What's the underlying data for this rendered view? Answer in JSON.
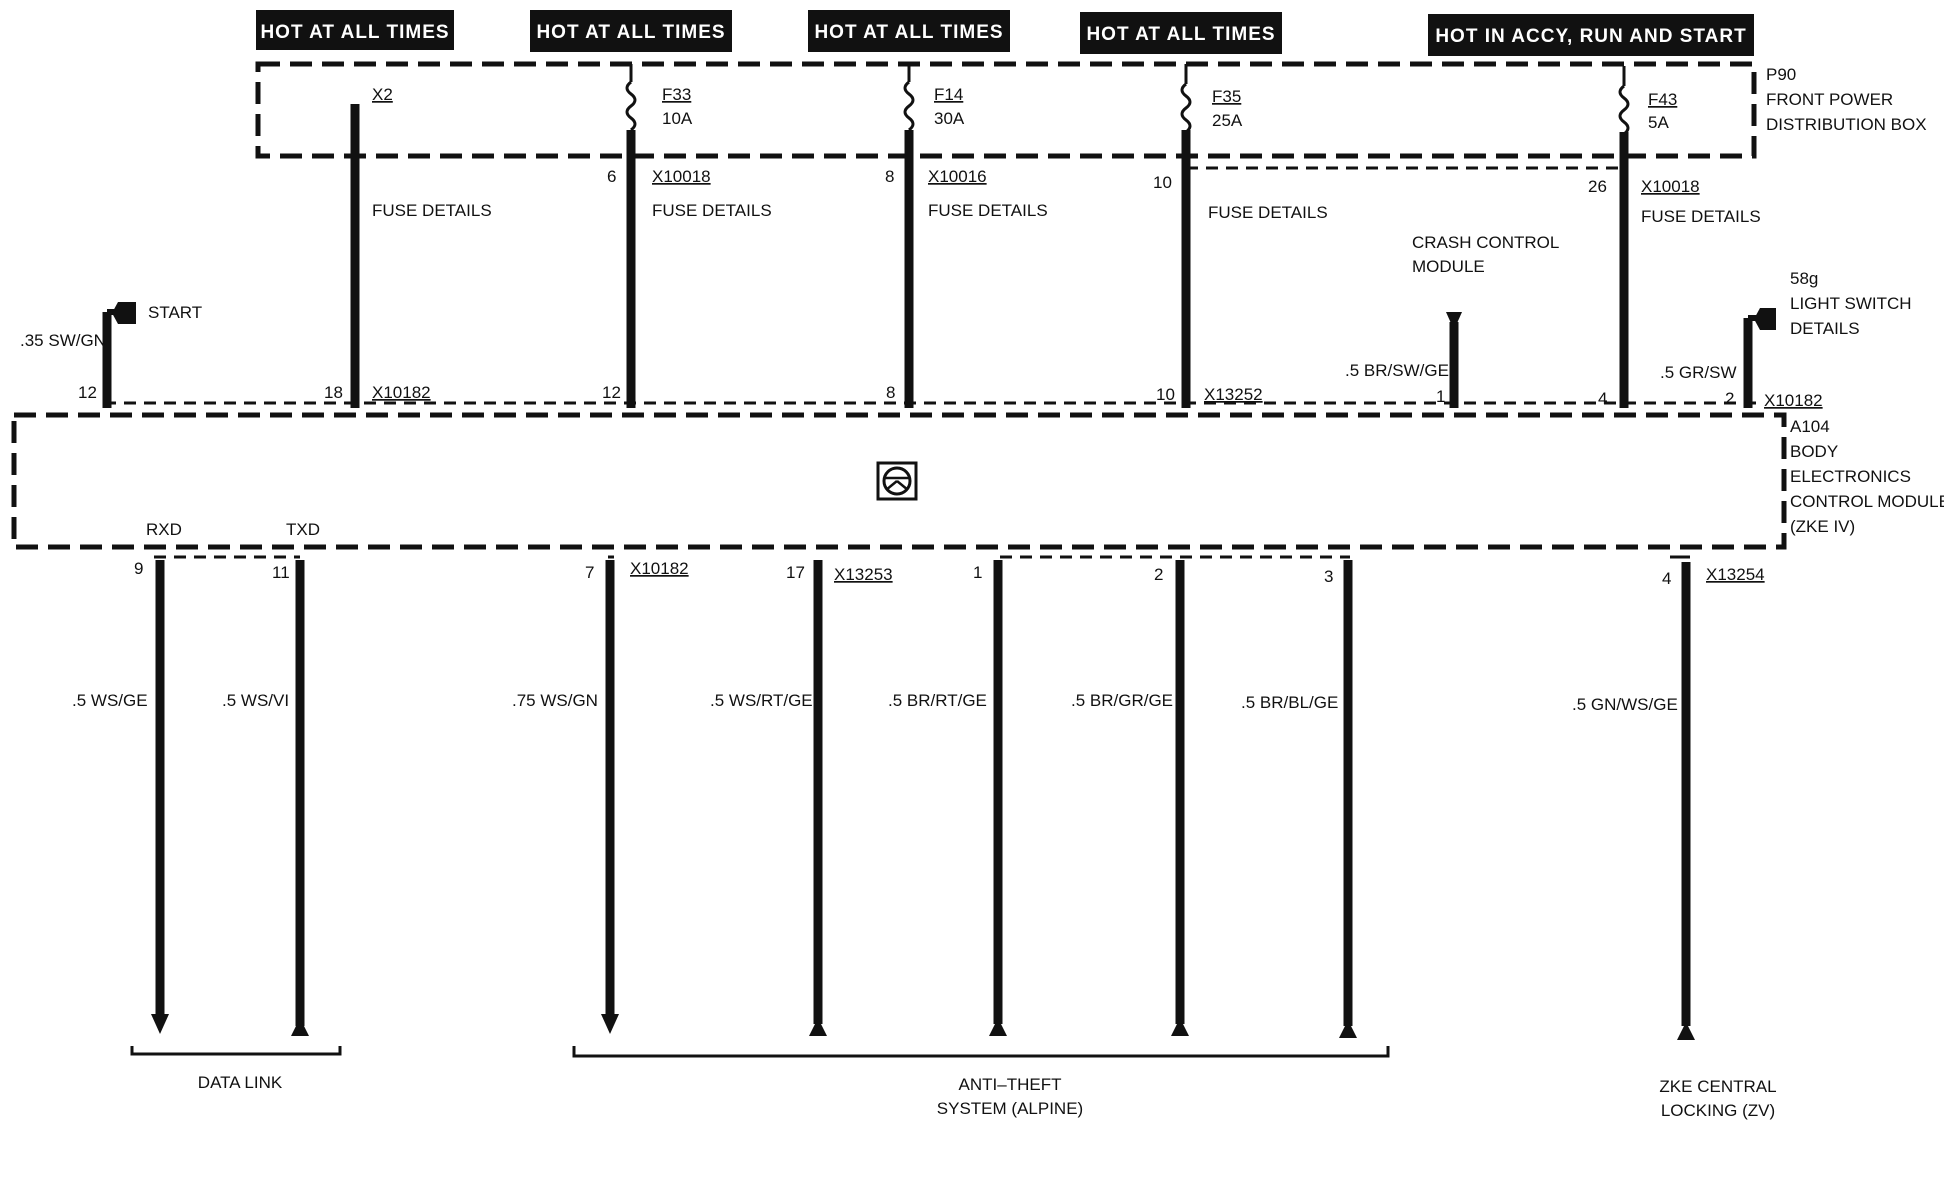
{
  "hot_labels": [
    "HOT AT ALL TIMES",
    "HOT AT ALL TIMES",
    "HOT AT ALL TIMES",
    "HOT AT ALL TIMES",
    "HOT IN ACCY, RUN AND  START"
  ],
  "p90": {
    "id": "P90",
    "line1": "FRONT POWER",
    "line2": "DISTRIBUTION BOX"
  },
  "fuses": [
    {
      "name": "X2",
      "rating": ""
    },
    {
      "name": "F33",
      "rating": "10A"
    },
    {
      "name": "F14",
      "rating": "30A"
    },
    {
      "name": "F35",
      "rating": "25A"
    },
    {
      "name": "F43",
      "rating": "5A"
    }
  ],
  "upper_connectors": [
    {
      "pin": "6",
      "conn": "X10018"
    },
    {
      "pin": "8",
      "conn": "X10016"
    },
    {
      "pin": "10",
      "conn": ""
    },
    {
      "pin": "26",
      "conn": "X10018"
    }
  ],
  "fuse_details": "FUSE DETAILS",
  "crash": {
    "line1": "CRASH CONTROL",
    "line2": "MODULE",
    "wire": ".5 BR/SW/GE"
  },
  "light": {
    "id": "58g",
    "line1": "LIGHT SWITCH",
    "line2": "DETAILS",
    "wire": ".5 GR/SW"
  },
  "start": {
    "label": "START",
    "wire": ".35 SW/GN"
  },
  "top_pins": [
    "12",
    "18",
    "12",
    "8",
    "10",
    "1",
    "4",
    "2"
  ],
  "top_conns": [
    "X10182",
    "X13252",
    "X10182"
  ],
  "a104": {
    "id": "A104",
    "line1": "BODY",
    "line2": "ELECTRONICS",
    "line3": "CONTROL MODULE",
    "line4": "(ZKE IV)"
  },
  "rxd": "RXD",
  "txd": "TXD",
  "bottom_pins": [
    "9",
    "11",
    "7",
    "17",
    "1",
    "2",
    "3",
    "4"
  ],
  "bottom_conns": [
    "X10182",
    "X13253",
    "X13254"
  ],
  "wires": [
    ".5 WS/GE",
    ".5 WS/VI",
    ".75 WS/GN",
    ".5 WS/RT/GE",
    ".5 BR/RT/GE",
    ".5 BR/GR/GE",
    ".5 BR/BL/GE",
    ".5 GN/WS/GE"
  ],
  "groups": {
    "data_link": "DATA LINK",
    "anti_theft_1": "ANTI–THEFT",
    "anti_theft_2": "SYSTEM (ALPINE)",
    "zke_1": "ZKE CENTRAL",
    "zke_2": "LOCKING (ZV)"
  }
}
